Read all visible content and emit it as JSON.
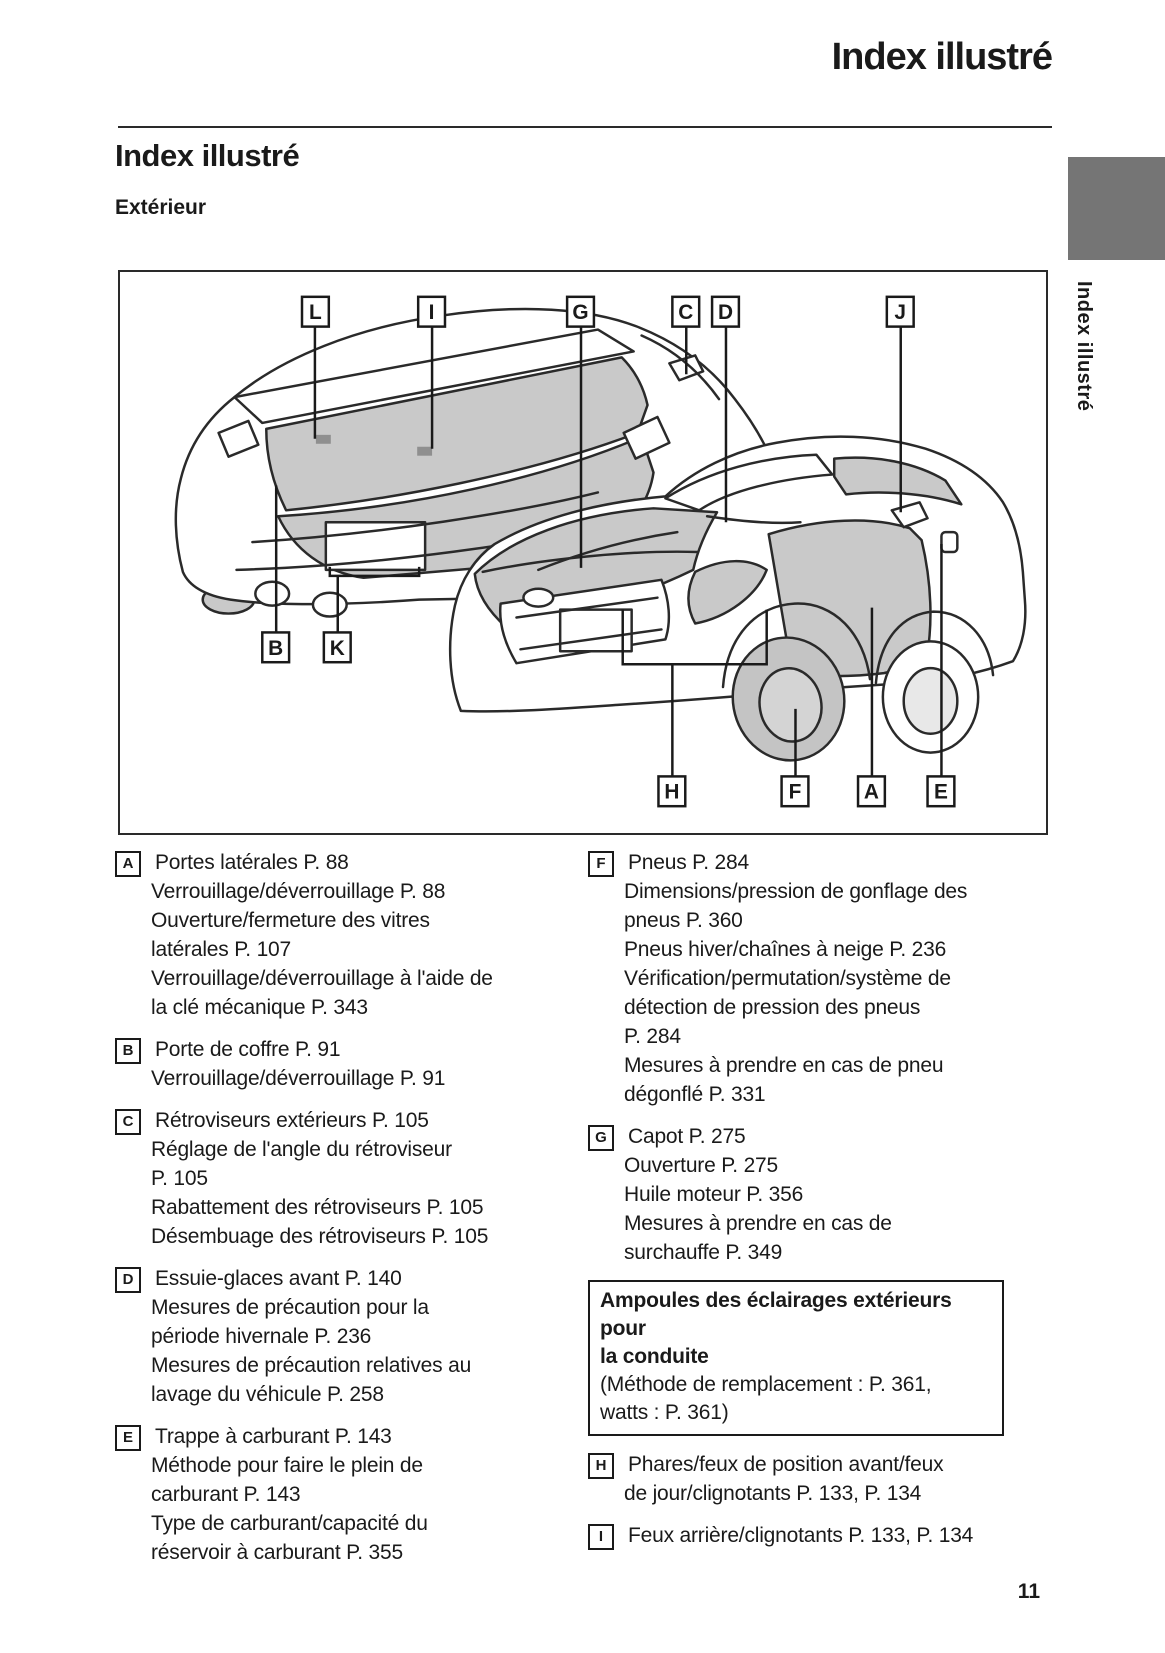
{
  "header": {
    "title": "Index illustré"
  },
  "section": {
    "title": "Index illustré",
    "subtitle": "Extérieur"
  },
  "sidebar": {
    "tab_label": "Index illustré"
  },
  "page_number": "11",
  "colors": {
    "shade_gray": "#c9c9c9",
    "tab_gray": "#757575",
    "line": "#2a2a2a",
    "text": "#1a1a1a"
  },
  "diagram": {
    "labels": [
      "L",
      "I",
      "G",
      "C",
      "D",
      "J",
      "B",
      "K",
      "H",
      "F",
      "A",
      "E"
    ]
  },
  "index": {
    "left_entries": [
      {
        "letter": "A",
        "lines": [
          "Portes latérales P. 88",
          "Verrouillage/déverrouillage P. 88",
          "Ouverture/fermeture des vitres",
          "latérales P. 107",
          "Verrouillage/déverrouillage à l'aide de",
          "la clé mécanique P. 343"
        ]
      },
      {
        "letter": "B",
        "lines": [
          "Porte de coffre P. 91",
          "Verrouillage/déverrouillage P. 91"
        ]
      },
      {
        "letter": "C",
        "lines": [
          "Rétroviseurs extérieurs P. 105",
          "Réglage de l'angle du rétroviseur",
          "P. 105",
          "Rabattement des rétroviseurs P. 105",
          "Désembuage des rétroviseurs P. 105"
        ]
      },
      {
        "letter": "D",
        "lines": [
          "Essuie-glaces avant P. 140",
          "Mesures de précaution pour la",
          "période hivernale P. 236",
          "Mesures de précaution relatives au",
          "lavage du véhicule P. 258"
        ]
      },
      {
        "letter": "E",
        "lines": [
          "Trappe à carburant P. 143",
          "Méthode pour faire le plein de",
          "carburant P. 143",
          "Type de carburant/capacité du",
          "réservoir à carburant P. 355"
        ]
      }
    ],
    "right_entries_before_note": [
      {
        "letter": "F",
        "lines": [
          "Pneus P. 284",
          "Dimensions/pression de gonflage des",
          "pneus P. 360",
          "Pneus hiver/chaînes à neige P. 236",
          "Vérification/permutation/système de",
          "détection de pression des pneus",
          "P. 284",
          "Mesures à prendre en cas de pneu",
          "dégonflé P. 331"
        ]
      },
      {
        "letter": "G",
        "lines": [
          "Capot P. 275",
          "Ouverture P. 275",
          "Huile moteur P. 356",
          "Mesures à prendre en cas de",
          "surchauffe P. 349"
        ]
      }
    ],
    "note": {
      "title_lines": [
        "Ampoules des éclairages extérieurs pour",
        "la conduite"
      ],
      "body_lines": [
        "(Méthode de remplacement : P. 361,",
        "watts : P. 361)"
      ]
    },
    "right_entries_after_note": [
      {
        "letter": "H",
        "lines": [
          "Phares/feux de position avant/feux",
          "de jour/clignotants P. 133, P. 134"
        ]
      },
      {
        "letter": "I",
        "lines": [
          "Feux arrière/clignotants P. 133, P. 134"
        ]
      }
    ]
  }
}
